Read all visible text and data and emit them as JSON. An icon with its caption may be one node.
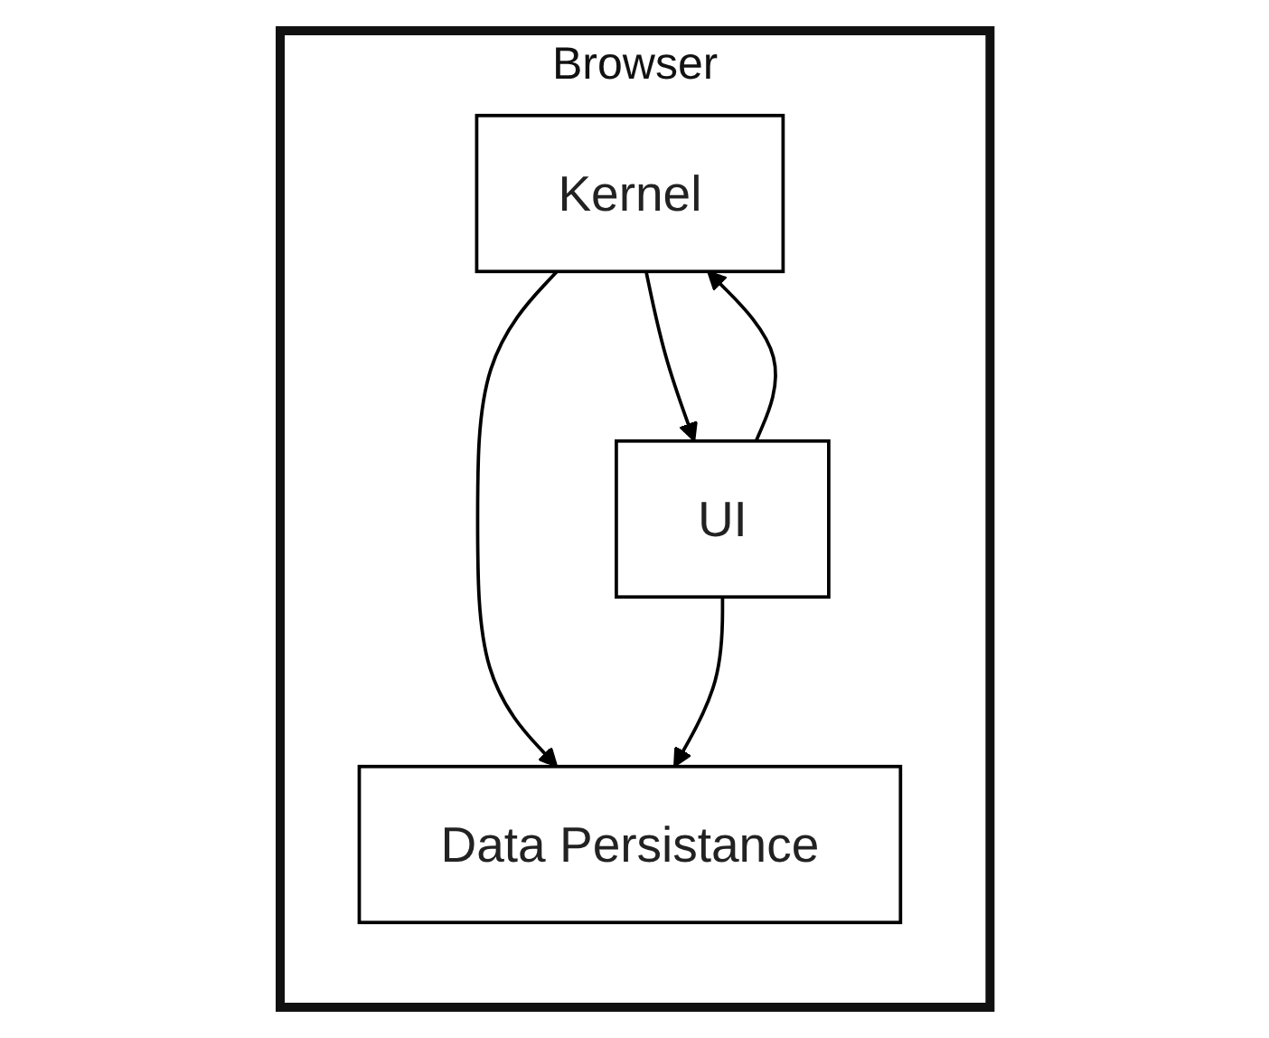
{
  "diagram": {
    "nodes": [
      {
        "text": [
          "Browser"
        ]
      },
      {
        "text": [
          "Kernel"
        ],
        "in": 0
      },
      {
        "text": [
          "Data Persistance"
        ],
        "in": 0
      },
      {
        "text": [
          "UI"
        ],
        "in": 0
      }
    ],
    "edges": [
      {
        "from": 1,
        "to": 2,
        "arrow": "to"
      },
      {
        "from": 3,
        "to": 2,
        "arrow": "to"
      },
      {
        "from": 3,
        "to": 1,
        "arrow": "to"
      },
      {
        "from": 1,
        "to": 3,
        "arrow": "to"
      }
    ]
  }
}
